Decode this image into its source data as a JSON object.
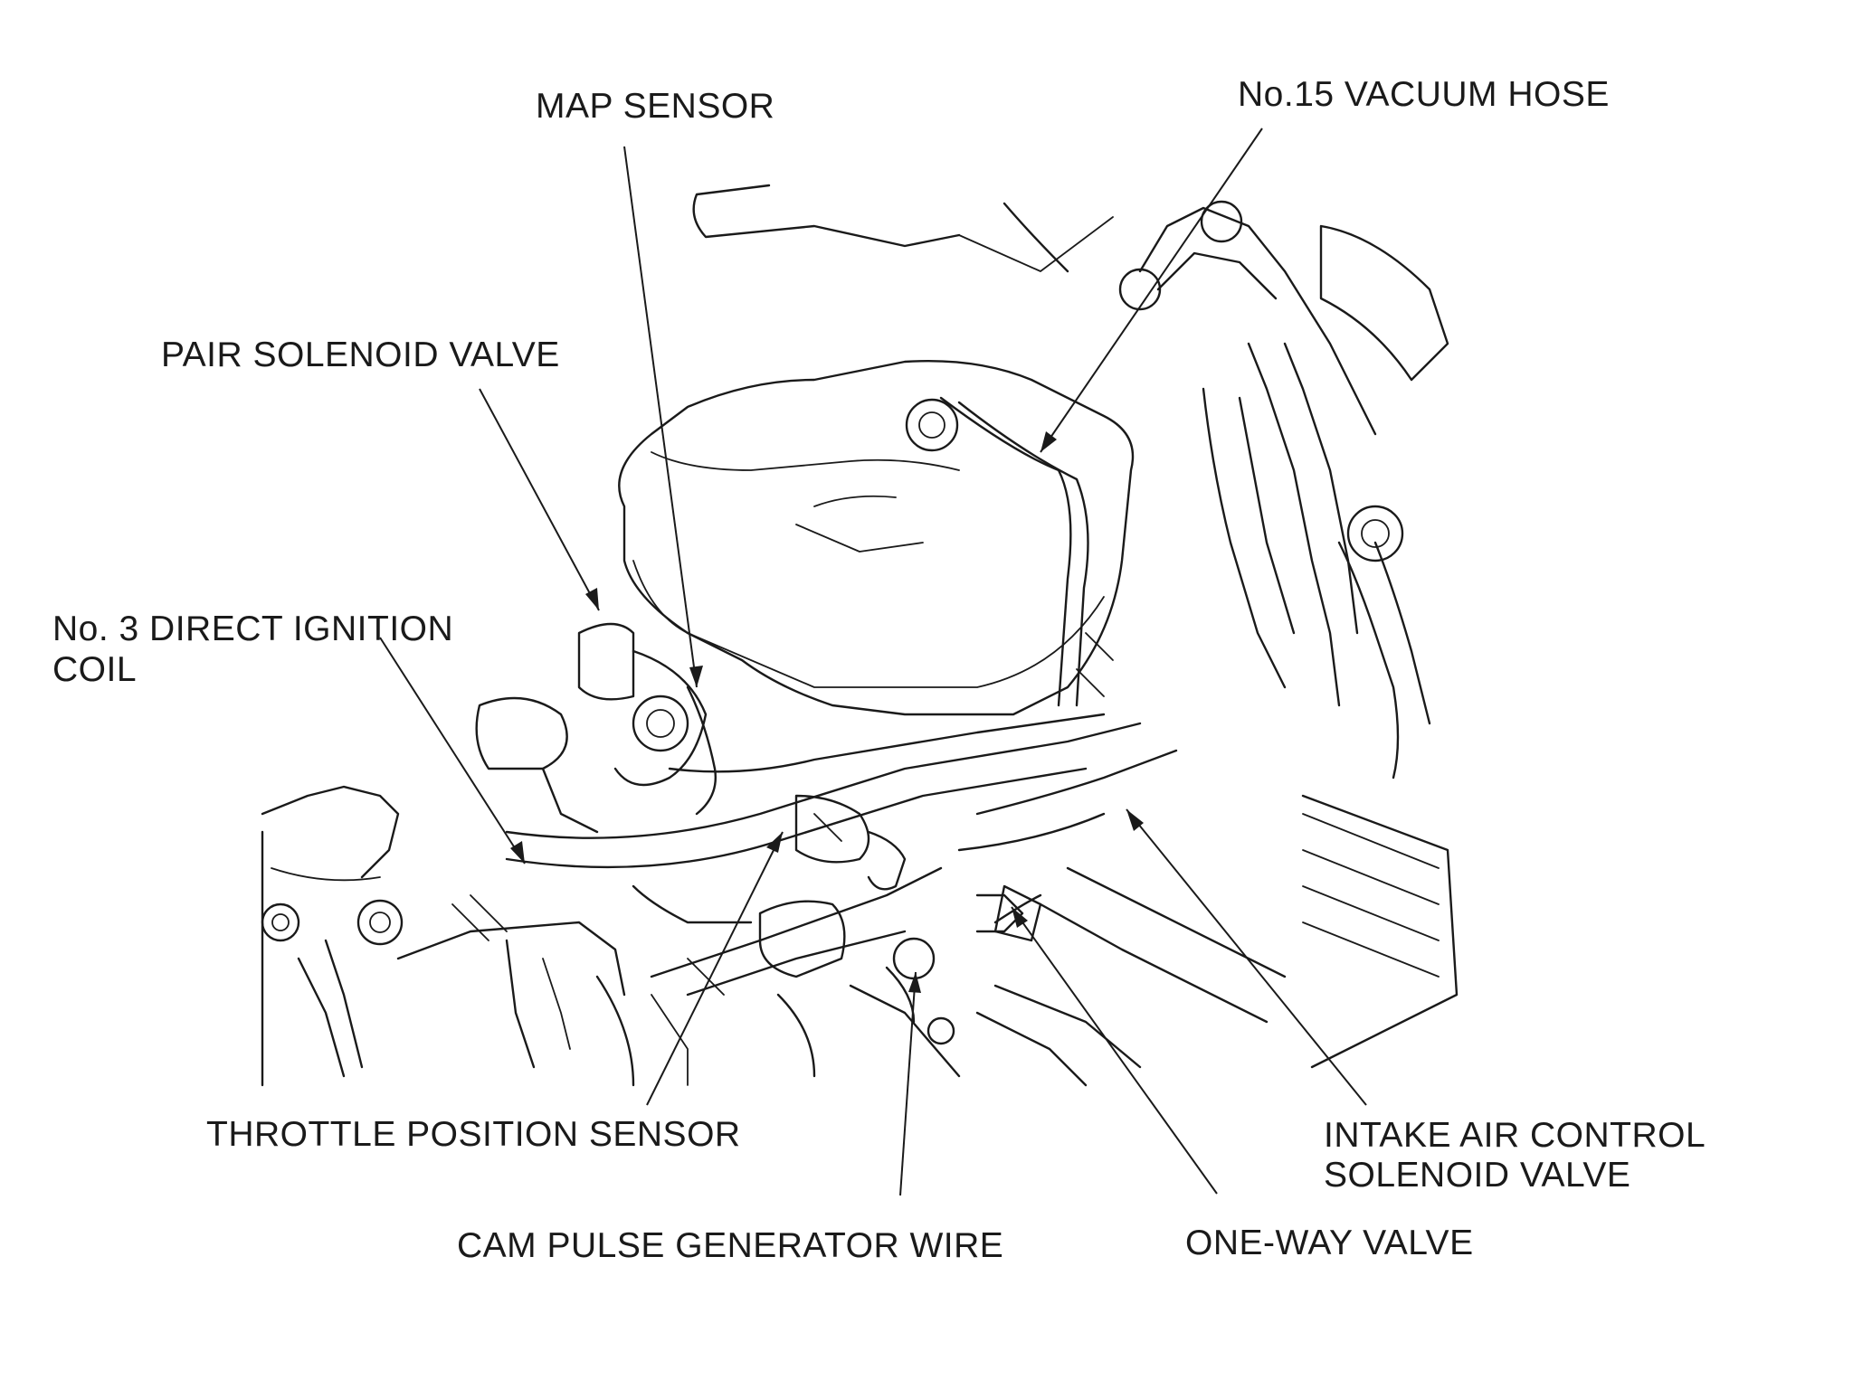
{
  "labels": {
    "map_sensor": "MAP SENSOR",
    "vacuum_hose": "No.15 VACUUM HOSE",
    "pair_solenoid_valve": "PAIR SOLENOID VALVE",
    "ignition_coil_line1": "No. 3 DIRECT IGNITION",
    "ignition_coil_line2": "COIL",
    "throttle_position_sensor": "THROTTLE POSITION SENSOR",
    "cam_pulse_generator_wire": "CAM PULSE GENERATOR WIRE",
    "intake_air_line1": "INTAKE AIR CONTROL",
    "intake_air_line2": "SOLENOID VALVE",
    "one_way_valve": "ONE-WAY VALVE"
  },
  "colors": {
    "ink": "#1a1a1a",
    "paper": "#ffffff"
  }
}
